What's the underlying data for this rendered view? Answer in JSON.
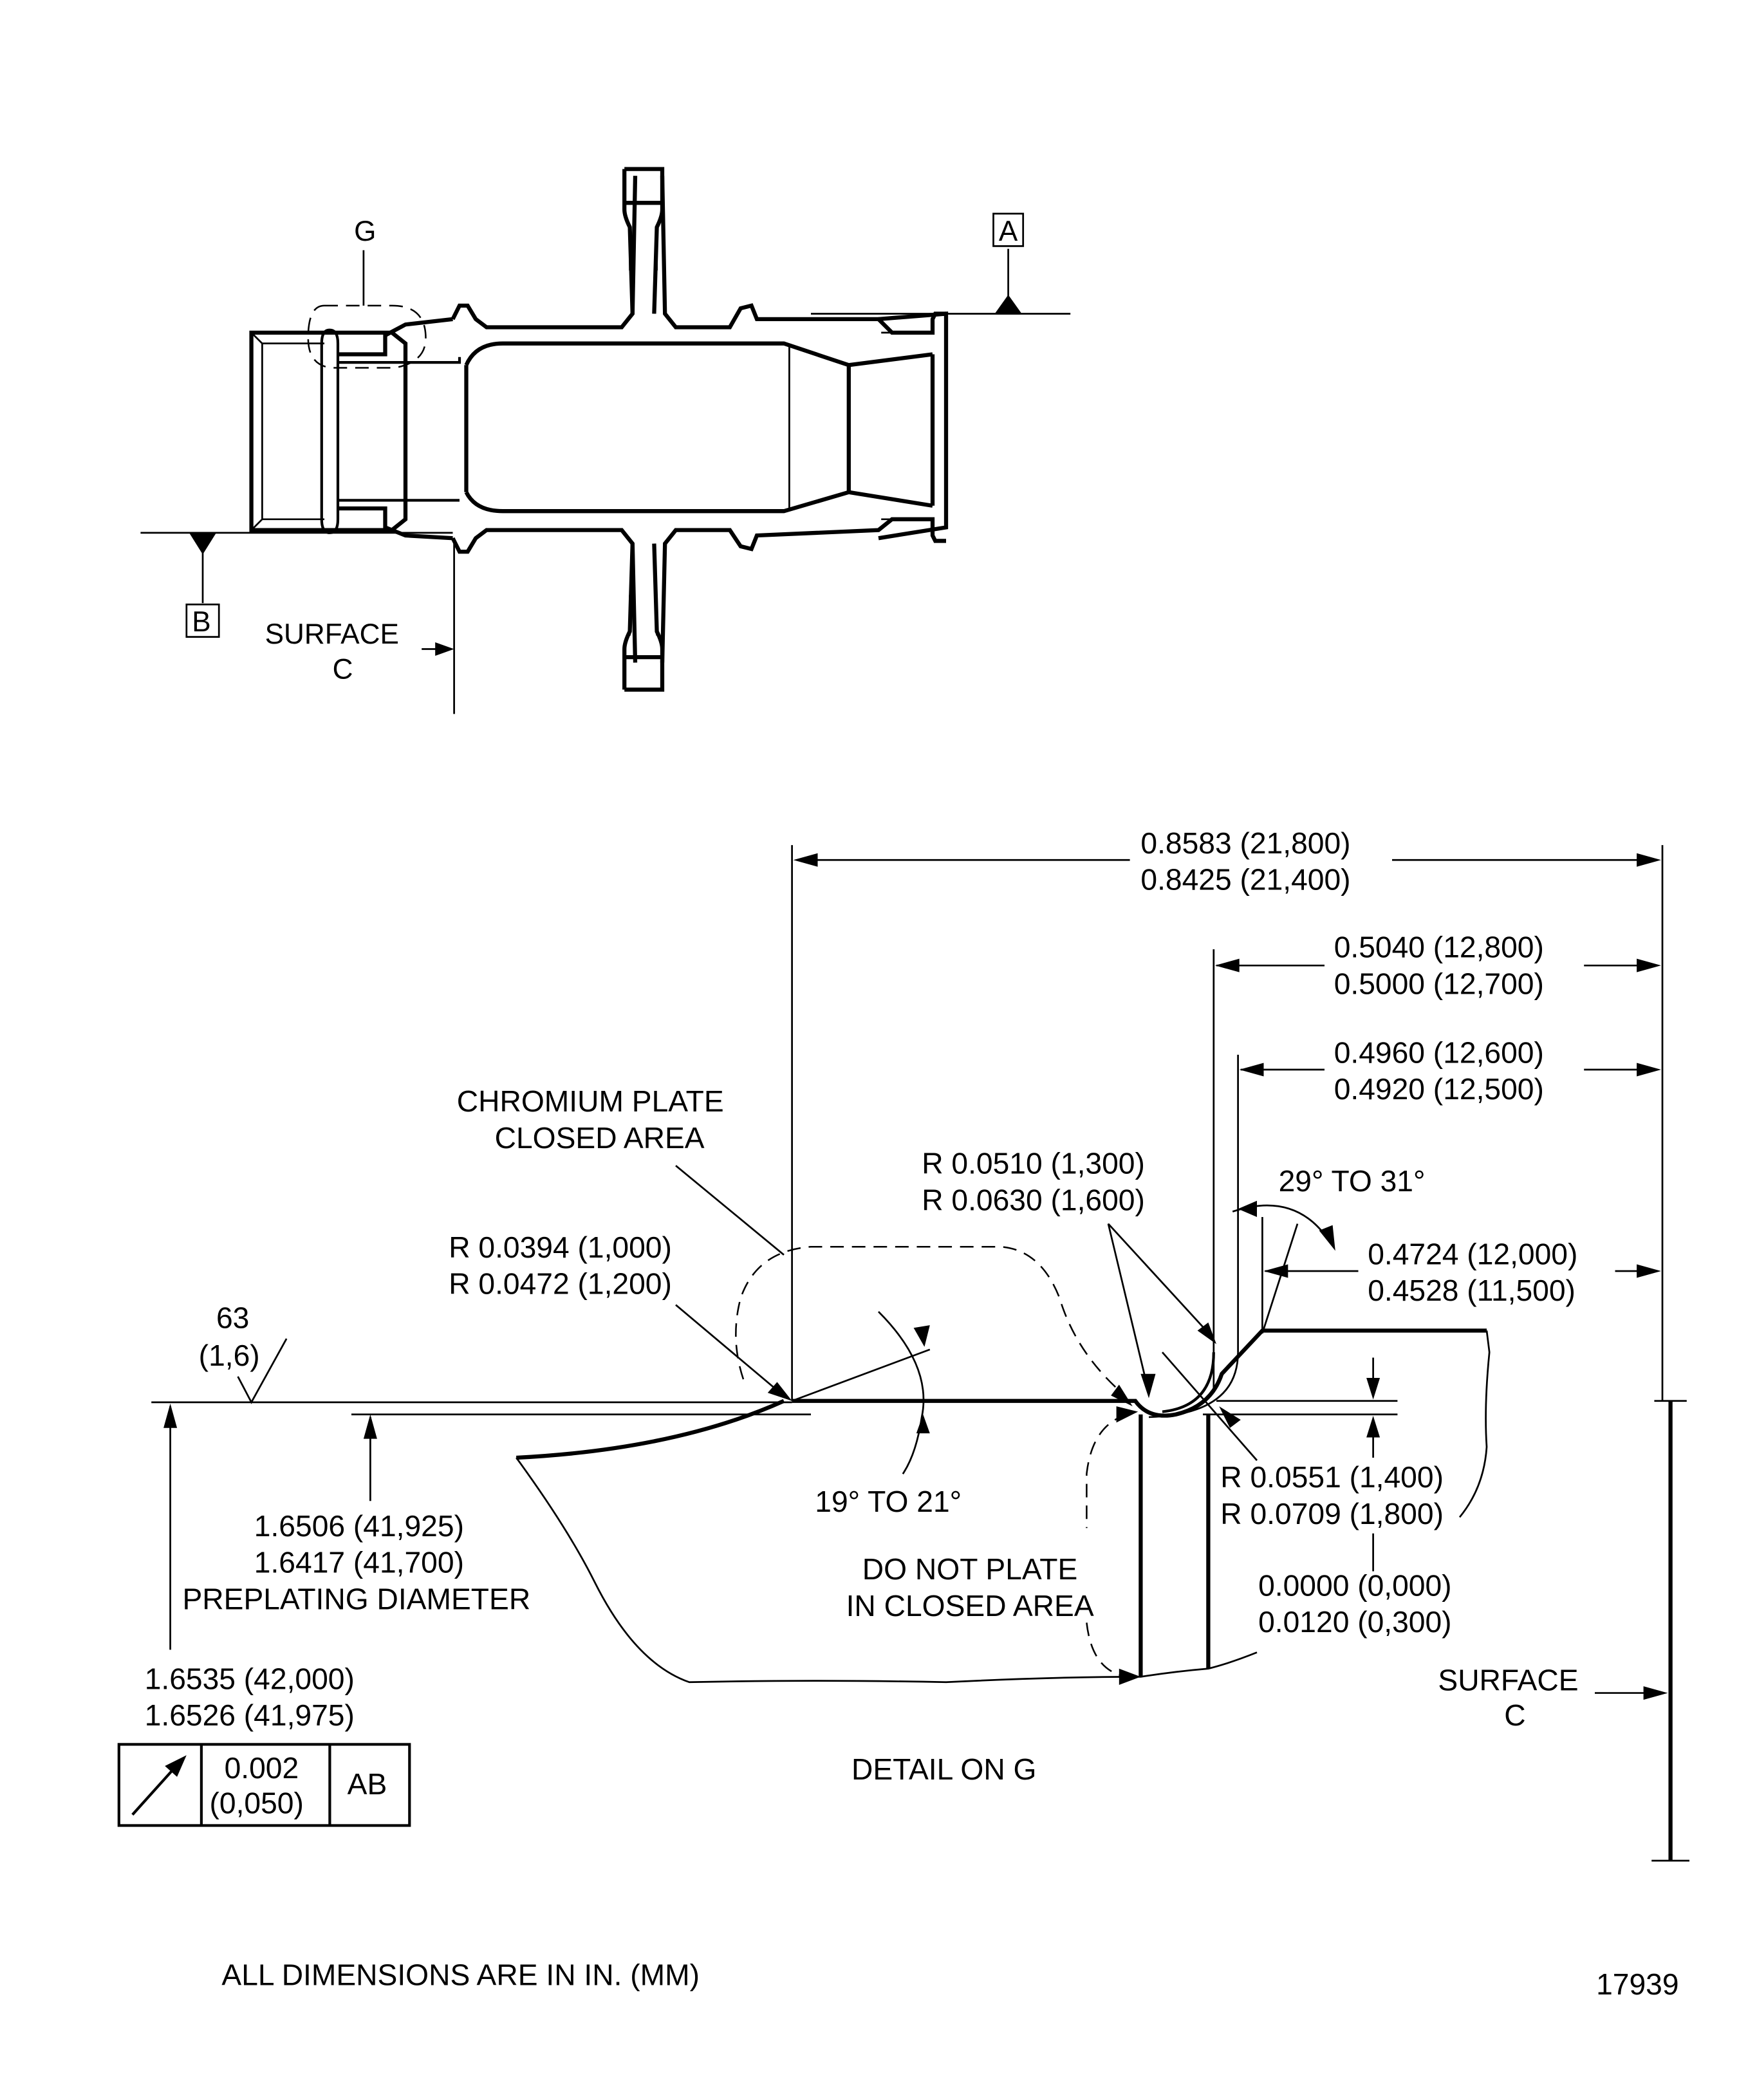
{
  "top_view": {
    "detail_label": "G",
    "datum_a": "A",
    "datum_b": "B",
    "surface_c_line1": "SURFACE",
    "surface_c_line2": "C"
  },
  "detail_view": {
    "dim_overall": {
      "upper": "0.8583 (21,800)",
      "lower": "0.8425 (21,400)"
    },
    "dim_flange_outer": {
      "upper": "0.5040 (12,800)",
      "lower": "0.5000 (12,700)"
    },
    "dim_flange_inner": {
      "upper": "0.4960 (12,600)",
      "lower": "0.4920 (12,500)"
    },
    "dim_chamfer": {
      "upper": "0.4724 (12,000)",
      "lower": "0.4528 (11,500)"
    },
    "chromium_note": {
      "line1": "CHROMIUM PLATE",
      "line2": "CLOSED AREA"
    },
    "radius_left": {
      "upper": "R 0.0394 (1,000)",
      "lower": "R 0.0472 (1,200)"
    },
    "radius_groove": {
      "upper": "R 0.0510 (1,300)",
      "lower": "R 0.0630 (1,600)"
    },
    "angle_chamfer": "29° TO 31°",
    "angle_taper": "19° TO 21°",
    "radius_corner": {
      "upper": "R 0.0551 (1,400)",
      "lower": "R 0.0709 (1,800)"
    },
    "step_dim": {
      "upper": "0.0000 (0,000)",
      "lower": "0.0120 (0,300)"
    },
    "surface_finish": {
      "value": "63",
      "metric": "(1,6)"
    },
    "preplating": {
      "upper": "1.6506 (41,925)",
      "lower": "1.6417 (41,700)",
      "label": "PREPLATING DIAMETER"
    },
    "outer_diameter": {
      "upper": "1.6535 (42,000)",
      "lower": "1.6526 (41,975)"
    },
    "no_plate_note": {
      "line1": "DO NOT PLATE",
      "line2": "IN CLOSED AREA"
    },
    "surface_c_line1": "SURFACE",
    "surface_c_line2": "C",
    "title": "DETAIL ON G",
    "feature_control_frame": {
      "symbol": "circular-runout",
      "tolerance_in": "0.002",
      "tolerance_mm": "(0,050)",
      "datums": "AB"
    }
  },
  "footer": {
    "units_note": "ALL DIMENSIONS ARE IN IN. (MM)",
    "figure_number": "17939"
  }
}
